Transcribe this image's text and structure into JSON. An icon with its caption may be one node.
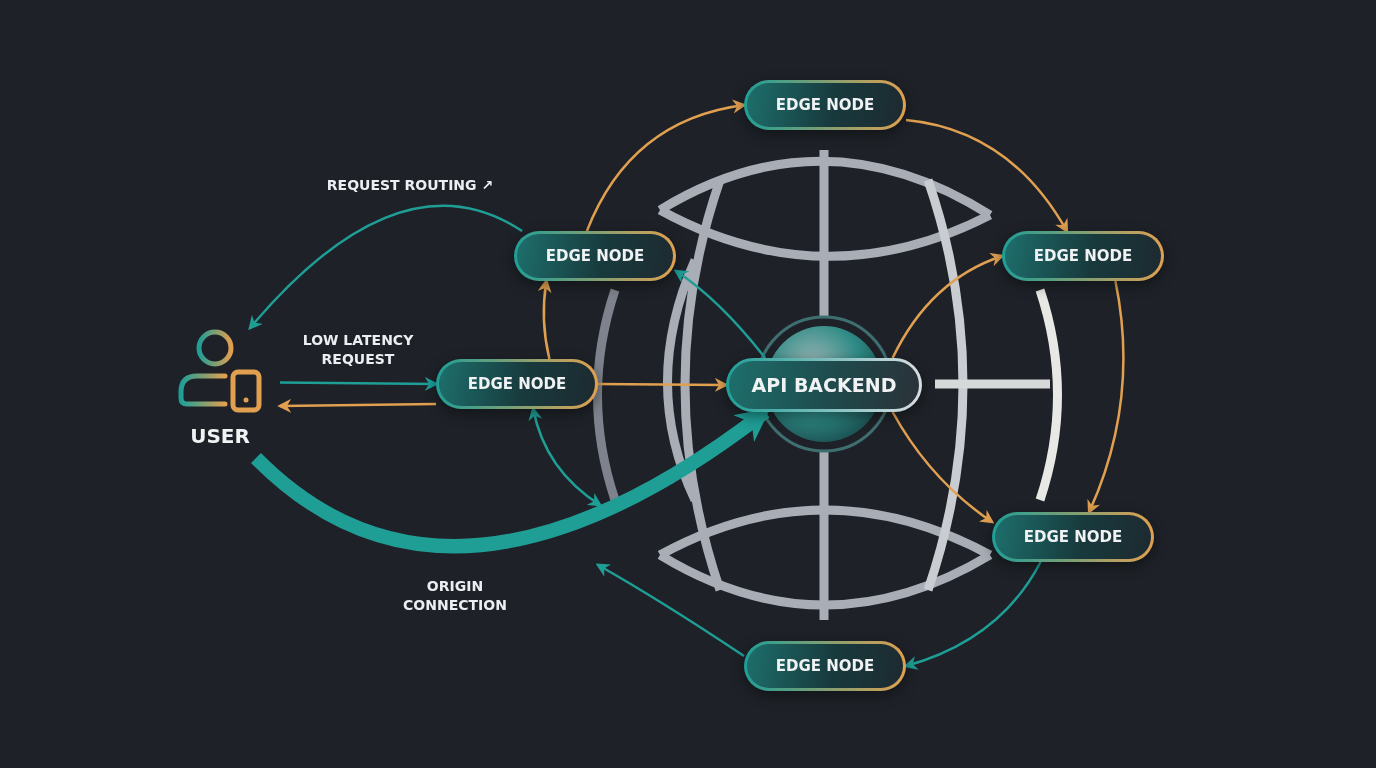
{
  "diagram": {
    "nodes": [
      {
        "text": [
          "USER"
        ]
      },
      {
        "text": [
          "EDGE NODE"
        ]
      },
      {
        "text": [
          "EDGE NODE"
        ]
      },
      {
        "text": [
          "EDGE NODE"
        ]
      },
      {
        "text": [
          "API BACKEND"
        ]
      },
      {
        "text": [
          "EDGE NODE"
        ]
      },
      {
        "text": [
          "EDGE NODE"
        ]
      },
      {
        "text": [
          "EDGE NODE"
        ]
      }
    ],
    "edges": [
      {
        "from": 2,
        "to": 0,
        "arrow": "to",
        "label": "REQUEST ROUTING ↗",
        "color": "#1f9e96"
      },
      {
        "from": 0,
        "to": 3,
        "arrow": "to",
        "label": "LOW LATENCY REQUEST",
        "color": "#1f9e96"
      },
      {
        "from": 3,
        "to": 0,
        "arrow": "to"
      },
      {
        "from": 3,
        "to": 2,
        "arrow": "to"
      },
      {
        "from": 3,
        "to": 4,
        "arrow": "to"
      },
      {
        "from": 3,
        "to": null,
        "arrow": "both",
        "color": "#1f9e96"
      },
      {
        "from": 0,
        "to": 4,
        "arrow": "to",
        "label": "ORIGIN CONNECTION",
        "style": "thick",
        "color": "#1f9e96"
      },
      {
        "from": 4,
        "to": 2,
        "arrow": "to",
        "color": "#1f9e96"
      },
      {
        "from": 4,
        "to": 5,
        "arrow": "to"
      },
      {
        "from": 4,
        "to": 6,
        "arrow": "to"
      },
      {
        "from": 2,
        "to": 1,
        "arrow": "to"
      },
      {
        "from": 1,
        "to": 5,
        "arrow": "to"
      },
      {
        "from": 5,
        "to": 6,
        "arrow": "to"
      },
      {
        "from": 6,
        "to": 7,
        "arrow": "to",
        "color": "#1f9e96"
      },
      {
        "from": 7,
        "to": null,
        "arrow": "to",
        "color": "#1f9e96"
      }
    ]
  }
}
